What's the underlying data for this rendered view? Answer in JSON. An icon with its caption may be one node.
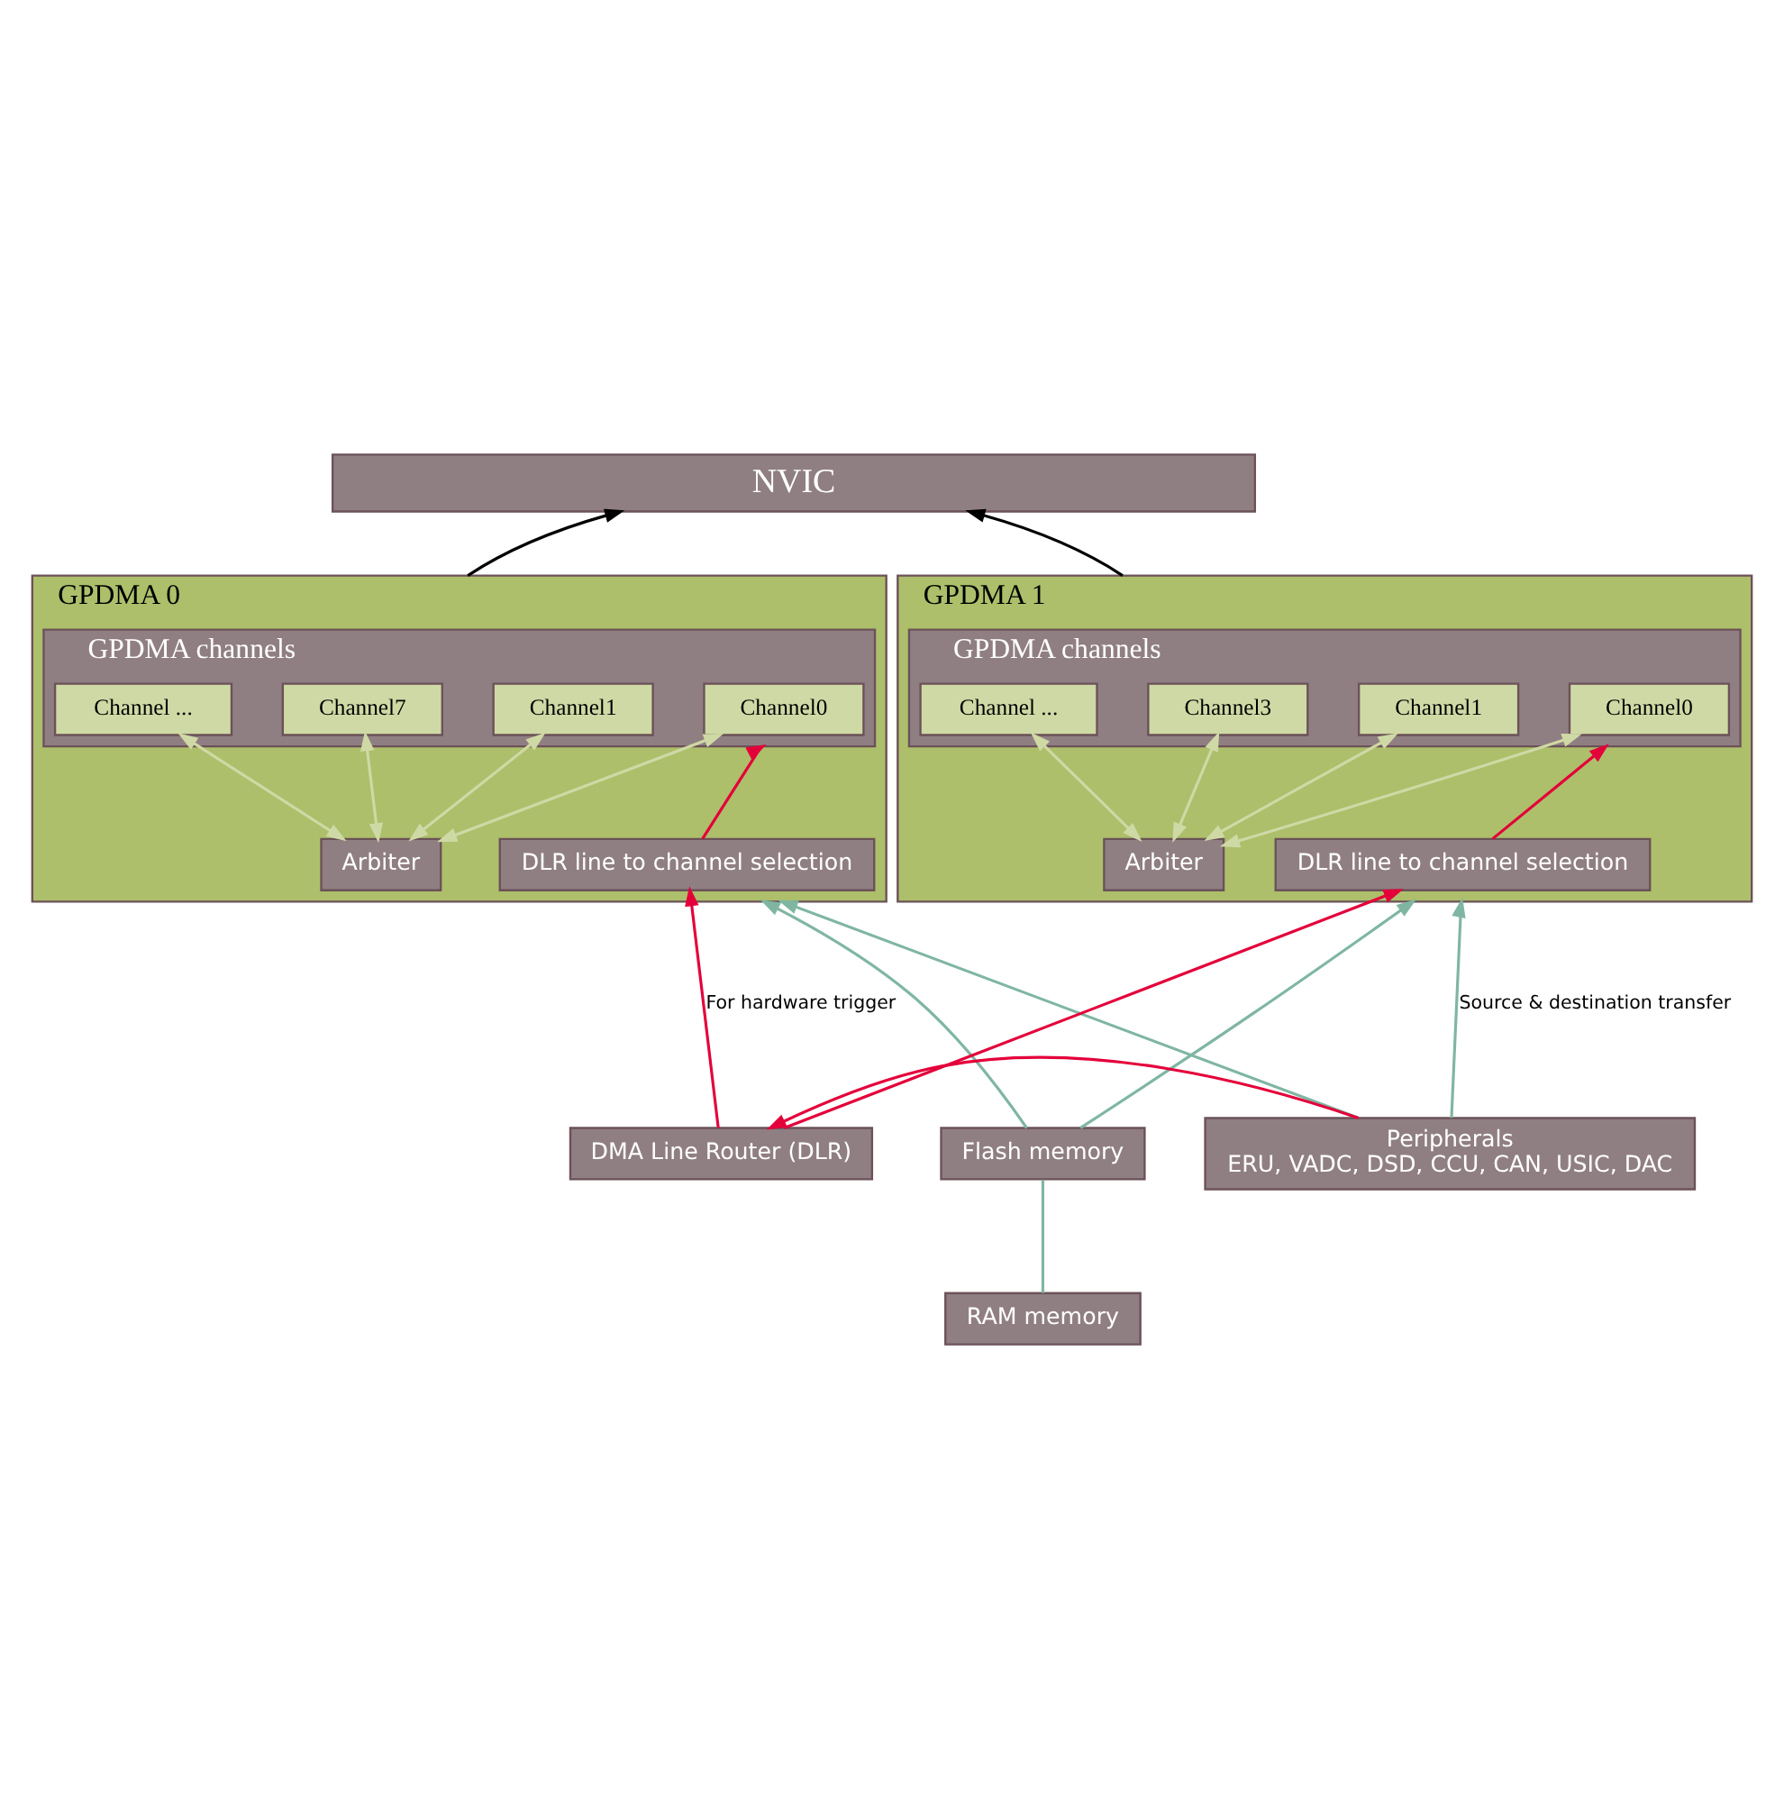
{
  "diagram": {
    "nodes": [
      {
        "text": [
          "NVIC"
        ]
      },
      {
        "text": [
          "GPDMA 0"
        ]
      },
      {
        "text": [
          "GPDMA channels"
        ],
        "in": 1
      },
      {
        "text": [
          "Channel7"
        ],
        "in": 2
      },
      {
        "text": [
          "Channel ..."
        ],
        "in": 2
      },
      {
        "text": [
          "Channel1"
        ],
        "in": 2
      },
      {
        "text": [
          "Channel0"
        ],
        "in": 2
      },
      {
        "text": [
          "Arbiter"
        ],
        "in": 1
      },
      {
        "text": [
          "DLR line to channel selection"
        ],
        "in": 1
      },
      {
        "text": [
          "GPDMA 1"
        ]
      },
      {
        "text": [
          "GPDMA channels"
        ],
        "in": 9
      },
      {
        "text": [
          "Channel3"
        ],
        "in": 10
      },
      {
        "text": [
          "Channel ..."
        ],
        "in": 10
      },
      {
        "text": [
          "Channel1"
        ],
        "in": 10
      },
      {
        "text": [
          "Channel0"
        ],
        "in": 10
      },
      {
        "text": [
          "Arbiter"
        ],
        "in": 9
      },
      {
        "text": [
          "DLR line to channel selection"
        ],
        "in": 9
      },
      {
        "text": [
          "DMA Line Router (DLR)"
        ]
      },
      {
        "text": [
          "Peripherals",
          "ERU, VADC, DSD, CCU, CAN, USIC, DAC"
        ]
      },
      {
        "text": [
          "Flash memory"
        ]
      },
      {
        "text": [
          "RAM memory"
        ]
      }
    ],
    "edges": [
      {
        "from": 1,
        "to": 0,
        "arrow": "to",
        "color": "#000000"
      },
      {
        "from": 9,
        "to": 0,
        "arrow": "to",
        "color": "#000000"
      },
      {
        "from": 3,
        "to": 7,
        "arrow": "both",
        "color": "#cfd9a5"
      },
      {
        "from": 4,
        "to": 7,
        "arrow": "both",
        "color": "#cfd9a5"
      },
      {
        "from": 5,
        "to": 7,
        "arrow": "both",
        "color": "#cfd9a5"
      },
      {
        "from": 6,
        "to": 7,
        "arrow": "both",
        "color": "#cfd9a5"
      },
      {
        "from": 11,
        "to": 15,
        "arrow": "both",
        "color": "#cfd9a5"
      },
      {
        "from": 12,
        "to": 15,
        "arrow": "both",
        "color": "#cfd9a5"
      },
      {
        "from": 13,
        "to": 15,
        "arrow": "both",
        "color": "#cfd9a5"
      },
      {
        "from": 14,
        "to": 15,
        "arrow": "both",
        "color": "#cfd9a5"
      },
      {
        "from": 8,
        "to": 2,
        "arrow": "to",
        "color": "#e4003a"
      },
      {
        "from": 16,
        "to": 10,
        "arrow": "to",
        "color": "#e4003a"
      },
      {
        "from": 17,
        "to": 8,
        "arrow": "to",
        "color": "#e4003a",
        "label": "For hardware trigger"
      },
      {
        "from": 17,
        "to": 16,
        "arrow": "to",
        "color": "#e4003a"
      },
      {
        "from": 18,
        "to": 17,
        "arrow": "to",
        "color": "#e4003a"
      },
      {
        "from": 18,
        "to": 1,
        "arrow": "to",
        "color": "#7fb6a2"
      },
      {
        "from": 18,
        "to": 9,
        "arrow": "to",
        "color": "#7fb6a2",
        "label": "Source & destination transfer"
      },
      {
        "from": 19,
        "to": 1,
        "arrow": "to",
        "color": "#7fb6a2"
      },
      {
        "from": 19,
        "to": 9,
        "arrow": "to",
        "color": "#7fb6a2"
      },
      {
        "from": 19,
        "to": 20,
        "arrow": "none",
        "color": "#7fb6a2"
      }
    ]
  }
}
